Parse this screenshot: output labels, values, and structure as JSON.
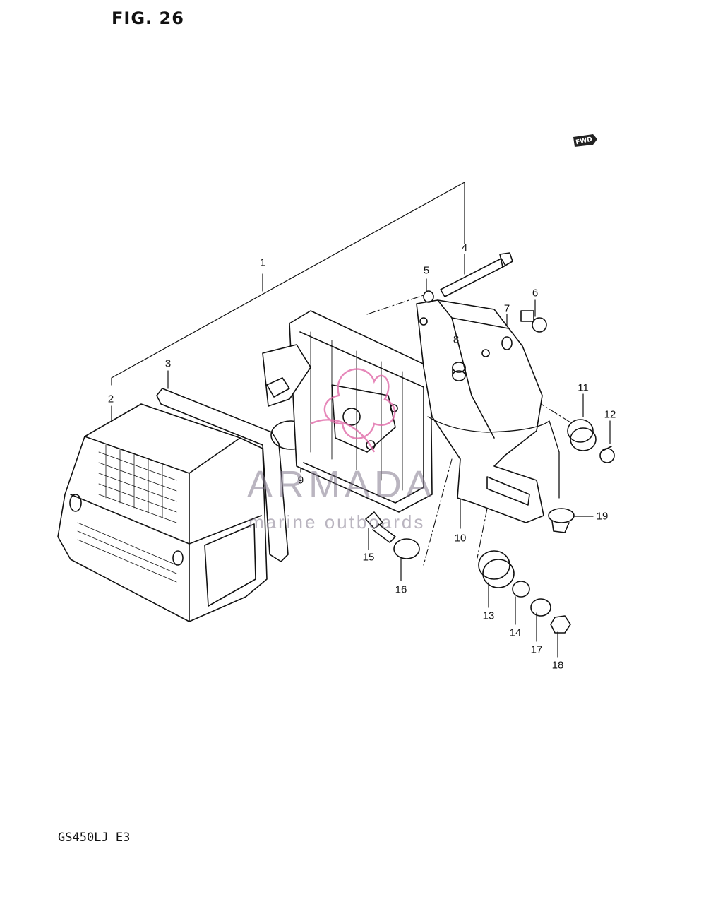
{
  "figure": {
    "title": "FIG. 26",
    "model_code": "GS450LJ  E3"
  },
  "fwd_badge": {
    "label": "FWD"
  },
  "watermark": {
    "brand": "ARMADA",
    "tagline": "marine outboards",
    "accent_color": "#e06aa8"
  },
  "callouts": [
    {
      "id": "1",
      "label": "1"
    },
    {
      "id": "2",
      "label": "2"
    },
    {
      "id": "3",
      "label": "3"
    },
    {
      "id": "4",
      "label": "4"
    },
    {
      "id": "5",
      "label": "5"
    },
    {
      "id": "6",
      "label": "6"
    },
    {
      "id": "7",
      "label": "7"
    },
    {
      "id": "8",
      "label": "8"
    },
    {
      "id": "9",
      "label": "9"
    },
    {
      "id": "10",
      "label": "10"
    },
    {
      "id": "11",
      "label": "11"
    },
    {
      "id": "12",
      "label": "12"
    },
    {
      "id": "13",
      "label": "13"
    },
    {
      "id": "14",
      "label": "14"
    },
    {
      "id": "15",
      "label": "15"
    },
    {
      "id": "16",
      "label": "16"
    },
    {
      "id": "17",
      "label": "17"
    },
    {
      "id": "18",
      "label": "18"
    },
    {
      "id": "19",
      "label": "19"
    }
  ]
}
